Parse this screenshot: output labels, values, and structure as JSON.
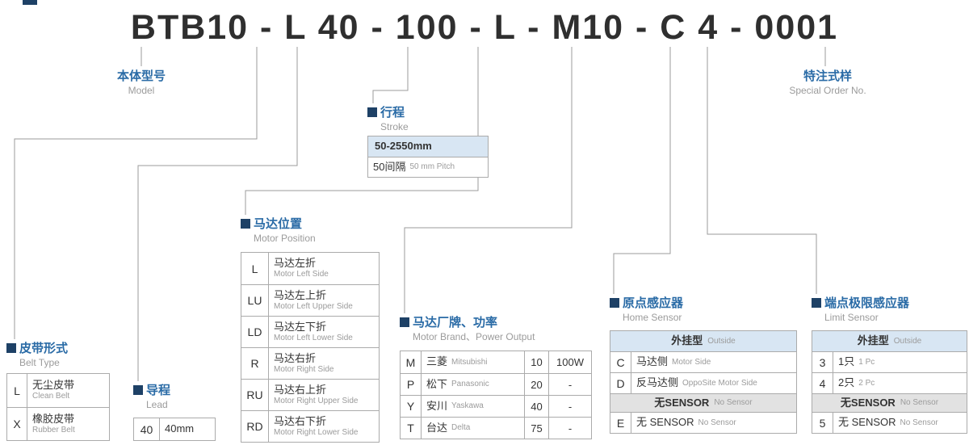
{
  "page": {
    "model_code": "BTB10 - L 40 - 100 - L - M10 - C 4 - 0001"
  },
  "model_label": {
    "zh": "本体型号",
    "en": "Model"
  },
  "special_order_label": {
    "zh": "特注式样",
    "en": "Special Order No."
  },
  "stroke": {
    "zh": "行程",
    "en": "Stroke",
    "range": "50-2550mm",
    "pitch_zh": "50间隔",
    "pitch_en": "50 mm Pitch"
  },
  "belt_type": {
    "zh": "皮带形式",
    "en": "Belt Type",
    "rows": [
      {
        "code": "L",
        "zh": "无尘皮带",
        "en": "Clean Belt"
      },
      {
        "code": "X",
        "zh": "橡胶皮带",
        "en": "Rubber Belt"
      }
    ]
  },
  "lead": {
    "zh": "导程",
    "en": "Lead",
    "code": "40",
    "value": "40mm"
  },
  "motor_position": {
    "zh": "马达位置",
    "en": "Motor Position",
    "rows": [
      {
        "code": "L",
        "zh": "马达左折",
        "en": "Motor Left Side"
      },
      {
        "code": "LU",
        "zh": "马达左上折",
        "en": "Motor Left Upper Side"
      },
      {
        "code": "LD",
        "zh": "马达左下折",
        "en": "Motor Left Lower Side"
      },
      {
        "code": "R",
        "zh": "马达右折",
        "en": "Motor Right Side"
      },
      {
        "code": "RU",
        "zh": "马达右上折",
        "en": "Motor Right Upper Side"
      },
      {
        "code": "RD",
        "zh": "马达右下折",
        "en": "Motor Right Lower Side"
      }
    ]
  },
  "motor_brand": {
    "zh": "马达厂牌、功率",
    "en": "Motor Brand、Power Output",
    "rows": [
      {
        "code": "M",
        "zh": "三菱",
        "en": "Mitsubishi",
        "num": "10",
        "power": "100W"
      },
      {
        "code": "P",
        "zh": "松下",
        "en": "Panasonic",
        "num": "20",
        "power": "-"
      },
      {
        "code": "Y",
        "zh": "安川",
        "en": "Yaskawa",
        "num": "40",
        "power": "-"
      },
      {
        "code": "T",
        "zh": "台达",
        "en": "Delta",
        "num": "75",
        "power": "-"
      }
    ]
  },
  "home_sensor": {
    "zh": "原点感应器",
    "en": "Home Sensor",
    "outside_zh": "外挂型",
    "outside_en": "Outside",
    "rows": [
      {
        "code": "C",
        "zh": "马达侧",
        "en": "Motor Side"
      },
      {
        "code": "D",
        "zh": "反马达侧",
        "en": "OppoSite Motor Side"
      }
    ],
    "nosensor_zh": "无SENSOR",
    "nosensor_en": "No Sensor",
    "rows2": [
      {
        "code": "E",
        "zh": "无 SENSOR",
        "en": "No Sensor"
      }
    ]
  },
  "limit_sensor": {
    "zh": "端点极限感应器",
    "en": "Limit Sensor",
    "outside_zh": "外挂型",
    "outside_en": "Outside",
    "rows": [
      {
        "code": "3",
        "zh": "1只",
        "en": "1 Pc"
      },
      {
        "code": "4",
        "zh": "2只",
        "en": "2 Pc"
      }
    ],
    "nosensor_zh": "无SENSOR",
    "nosensor_en": "No Sensor",
    "rows2": [
      {
        "code": "5",
        "zh": "无 SENSOR",
        "en": "No Sensor"
      }
    ]
  }
}
